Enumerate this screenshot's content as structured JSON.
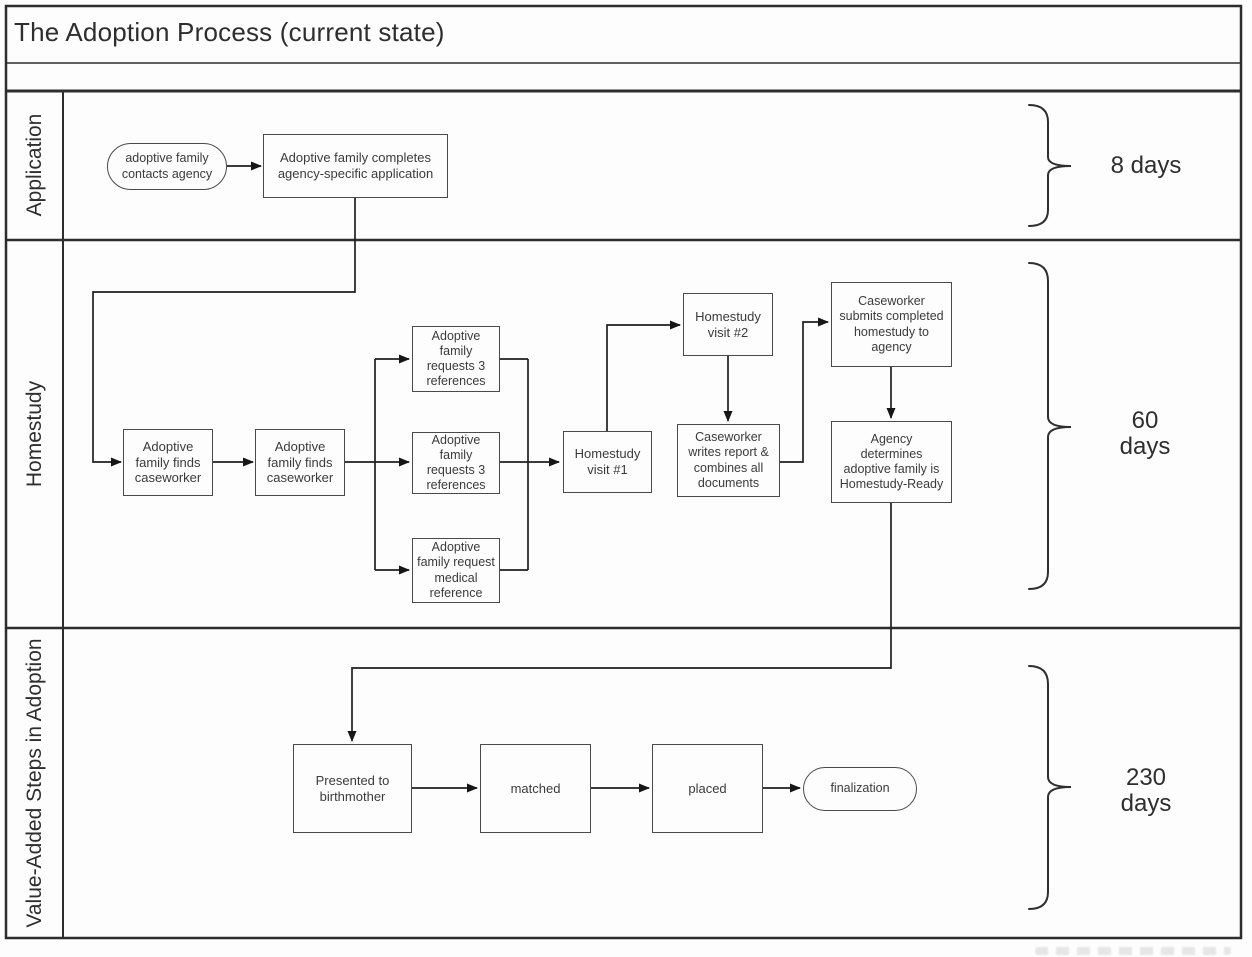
{
  "title": "The Adoption Process (current state)",
  "lanes": [
    {
      "label": "Application",
      "duration": "8 days"
    },
    {
      "label": "Homestudy",
      "duration": "60\ndays"
    },
    {
      "label": "Value-Added Steps in Adoption",
      "duration": "230\ndays"
    }
  ],
  "nodes": {
    "contact_agency": {
      "text": "adoptive family\ncontacts agency",
      "shape": "terminator"
    },
    "complete_application": {
      "text": "Adoptive family completes\nagency-specific application",
      "shape": "process"
    },
    "find_caseworker_1": {
      "text": "Adoptive\nfamily finds\ncaseworker",
      "shape": "process"
    },
    "find_caseworker_2": {
      "text": "Adoptive\nfamily finds\ncaseworker",
      "shape": "process"
    },
    "references_1": {
      "text": "Adoptive\nfamily\nrequests 3\nreferences",
      "shape": "process"
    },
    "references_2": {
      "text": "Adoptive\nfamily\nrequests 3\nreferences",
      "shape": "process"
    },
    "medical_reference": {
      "text": "Adoptive\nfamily request\nmedical\nreference",
      "shape": "process"
    },
    "visit_1": {
      "text": "Homestudy\nvisit #1",
      "shape": "process"
    },
    "visit_2": {
      "text": "Homestudy\nvisit #2",
      "shape": "process"
    },
    "write_report": {
      "text": "Caseworker\nwrites report &\ncombines all\ndocuments",
      "shape": "process"
    },
    "submit_homestudy": {
      "text": "Caseworker\nsubmits completed\nhomestudy to\nagency",
      "shape": "process"
    },
    "homestudy_ready": {
      "text": "Agency\ndetermines\nadoptive family is\nHomestudy-Ready",
      "shape": "process"
    },
    "presented": {
      "text": "Presented to\nbirthmother",
      "shape": "process"
    },
    "matched": {
      "text": "matched",
      "shape": "process"
    },
    "placed": {
      "text": "placed",
      "shape": "process"
    },
    "finalization": {
      "text": "finalization",
      "shape": "terminator"
    }
  }
}
